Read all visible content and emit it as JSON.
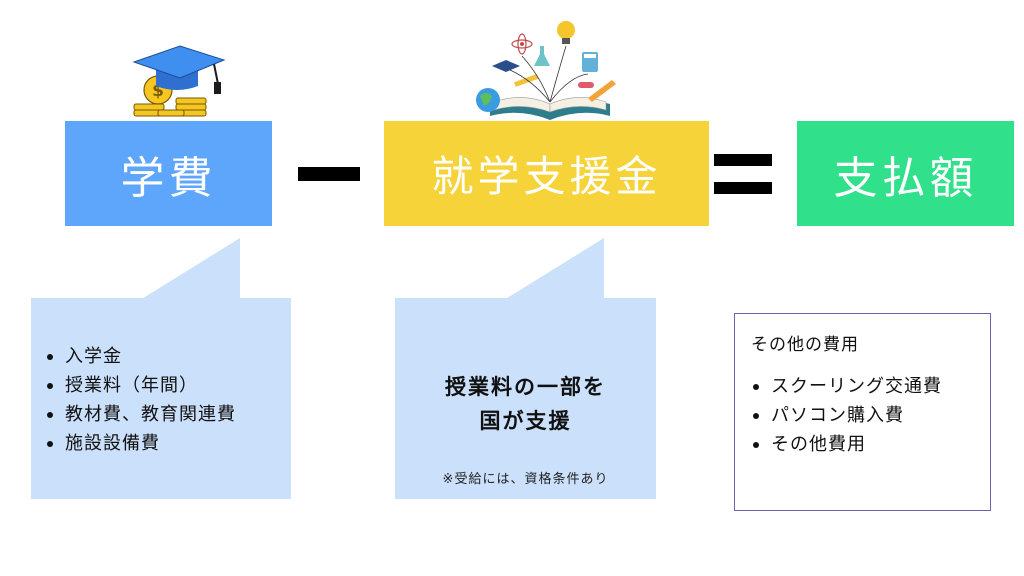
{
  "equation": {
    "tuition_label": "学費",
    "aid_label": "就学支援金",
    "payment_label": "支払額",
    "minus_symbol": "minus",
    "equals_symbol": "equals"
  },
  "tuition_details": {
    "items": [
      {
        "label": "入学金"
      },
      {
        "label": "授業料（年間）"
      },
      {
        "label": "教材費、教育関連費"
      },
      {
        "label": "施設設備費"
      }
    ]
  },
  "aid_details": {
    "line1": "授業料の一部を",
    "line2": "国が支援",
    "note": "※受給には、資格条件あり"
  },
  "other_costs": {
    "title": "その他の費用",
    "items": [
      {
        "label": "スクーリング交通費"
      },
      {
        "label": "パソコン購入費"
      },
      {
        "label": "その他費用"
      }
    ]
  },
  "colors": {
    "tuition": "#5ea6fb",
    "aid": "#f7d33a",
    "payment": "#30e08a",
    "bubble": "#cbe0fb",
    "other_border": "#6f5fb0"
  },
  "icons": {
    "tuition_icon": "graduation-cap-coins-icon",
    "aid_icon": "open-book-ideas-icon"
  }
}
